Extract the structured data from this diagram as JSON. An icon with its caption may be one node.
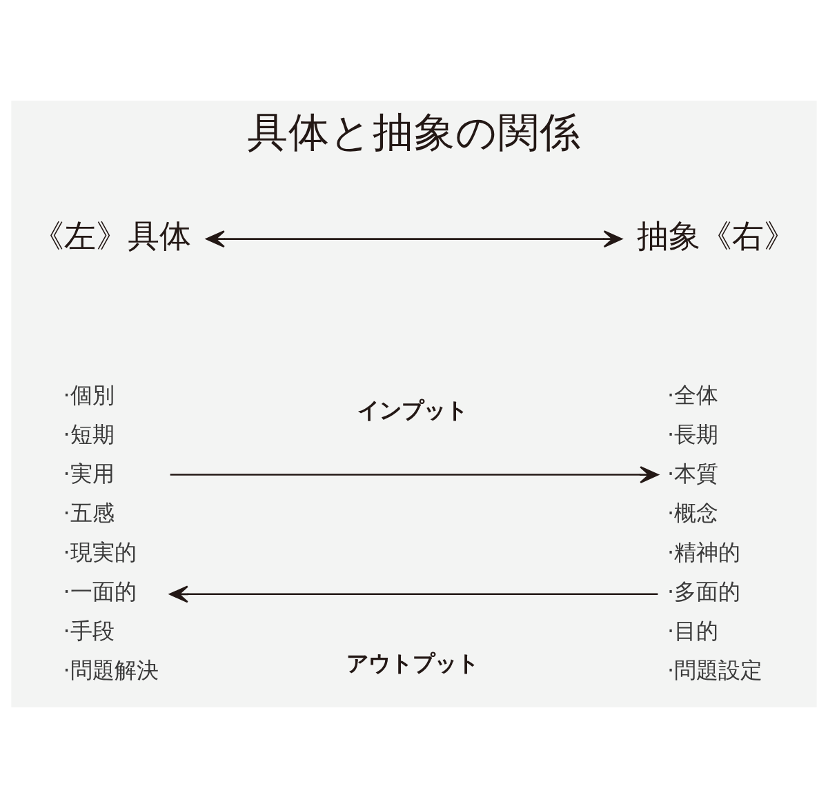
{
  "diagram": {
    "title": "具体と抽象の関係",
    "nodes": [
      {
        "text": [
          "《左》具体"
        ]
      },
      {
        "text": [
          "抽象《右》"
        ]
      },
      {
        "text": [
          "·個別",
          "·短期",
          "·実用",
          "·五感",
          "·現実的",
          "·一面的",
          "·手段",
          "·問題解決"
        ]
      },
      {
        "text": [
          "·全体",
          "·長期",
          "·本質",
          "·概念",
          "·精神的",
          "·多面的",
          "·目的",
          "·問題設定"
        ]
      }
    ],
    "edges": [
      {
        "from": 0,
        "to": 1,
        "arrow": "both"
      },
      {
        "from": 2,
        "to": 3,
        "arrow": "to",
        "label": "インプット"
      },
      {
        "from": 3,
        "to": 2,
        "arrow": "to",
        "label": "アウトプット"
      }
    ]
  }
}
